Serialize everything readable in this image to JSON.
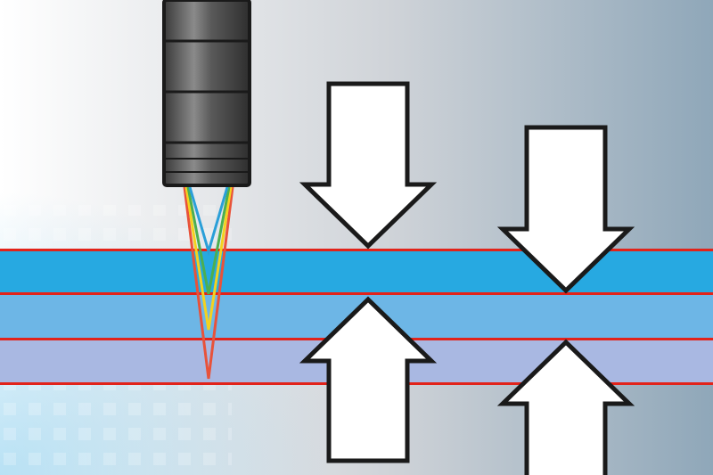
{
  "colors": {
    "background_light": "#ffffff",
    "background_mid": "#cfd3d8",
    "background_dark": "#8fa7b9",
    "layer_top": "#27a9e1",
    "layer_middle": "#6db6e6",
    "layer_bottom": "#a9b8e2",
    "interface_line": "#e2231a",
    "probe_body": "#4a4a4a",
    "arrow_fill": "#ffffff",
    "arrow_outline": "#1a1a1a"
  },
  "layers": [
    {
      "name": "top-layer",
      "color_key": "layer_top"
    },
    {
      "name": "middle-layer",
      "color_key": "layer_middle"
    },
    {
      "name": "bottom-layer",
      "color_key": "layer_bottom"
    }
  ],
  "beam_colors": [
    "#e8523a",
    "#f4d21f",
    "#4caf50",
    "#2a9fd8"
  ],
  "icons": {
    "probe": "confocal-chromatic-probe-icon",
    "arrow_down": "arrow-down-icon",
    "arrow_up": "arrow-up-icon"
  }
}
